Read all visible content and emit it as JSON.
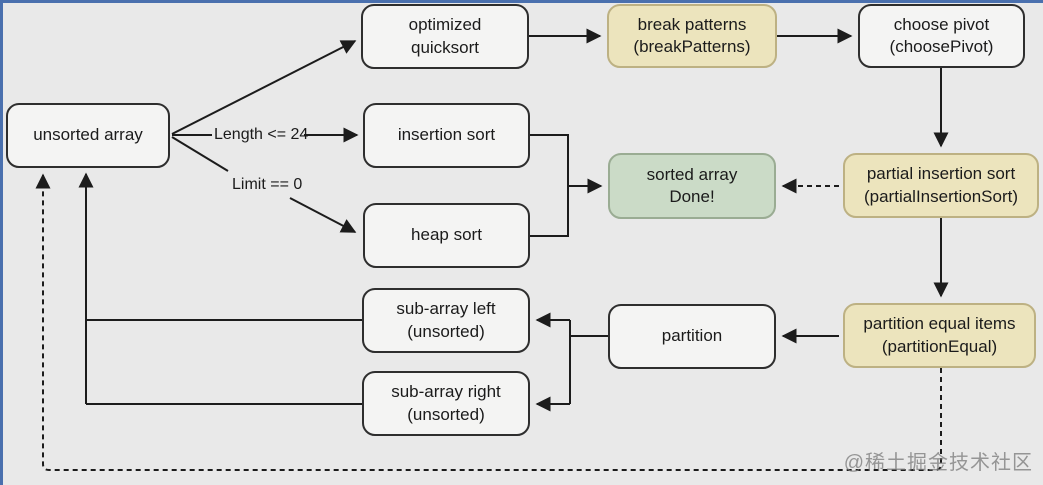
{
  "diagram": {
    "nodes": {
      "unsorted_array": {
        "line1": "unsorted array"
      },
      "optimized_quicksort": {
        "line1": "optimized",
        "line2": "quicksort"
      },
      "break_patterns": {
        "line1": "break patterns",
        "line2": "(breakPatterns)"
      },
      "choose_pivot": {
        "line1": "choose pivot",
        "line2": "(choosePivot)"
      },
      "insertion_sort": {
        "line1": "insertion sort"
      },
      "heap_sort": {
        "line1": "heap sort"
      },
      "sorted_array": {
        "line1": "sorted array",
        "line2": "Done!"
      },
      "partial_insertion_sort": {
        "line1": "partial insertion sort",
        "line2": "(partialInsertionSort)"
      },
      "partition": {
        "line1": "partition"
      },
      "partition_equal": {
        "line1": "partition equal items",
        "line2": "(partitionEqual)"
      },
      "sub_array_left": {
        "line1": "sub-array left",
        "line2": "(unsorted)"
      },
      "sub_array_right": {
        "line1": "sub-array right",
        "line2": "(unsorted)"
      }
    },
    "edge_labels": {
      "length_condition": "Length <= 24",
      "limit_condition": "Limit == 0"
    },
    "colors": {
      "background": "#e9e9e9",
      "node_fill": "#f4f4f3",
      "node_border": "#2e2e2e",
      "accent_fill": "#ece4bd",
      "accent_border": "#bdb183",
      "done_fill": "#cbdbc7",
      "done_border": "#9aac93",
      "frame_blue": "#4a70ae",
      "line": "#1c1c1c"
    },
    "watermark": "@稀土掘金技术社区"
  }
}
